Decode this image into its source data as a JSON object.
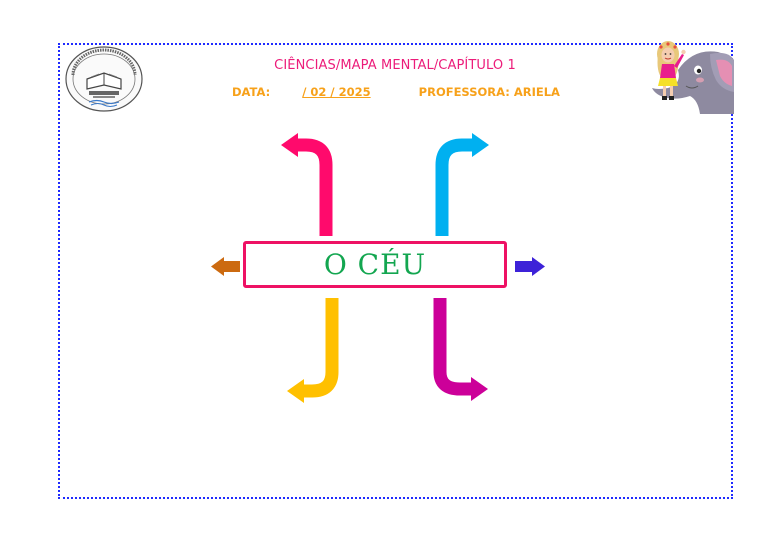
{
  "header": {
    "title": "CIÊNCIAS/MAPA MENTAL/CAPÍTULO 1",
    "date_label": "DATA:",
    "date_value": "/ 02 / 2025",
    "teacher": "PROFESSORA: ARIELA",
    "logo_icon": "school-seal-logo",
    "mascot_icon": "girl-riding-elephant-illustration"
  },
  "mindmap": {
    "center_label": "O CÉU",
    "branches": [
      {
        "position": "top-left",
        "icon": "curved-arrow-left",
        "color": "#ff0a6c"
      },
      {
        "position": "top-right",
        "icon": "curved-arrow-right",
        "color": "#00b0f0"
      },
      {
        "position": "left",
        "icon": "arrow-left",
        "color": "#cc6a10"
      },
      {
        "position": "right",
        "icon": "arrow-right",
        "color": "#3d22d8"
      },
      {
        "position": "bottom-left",
        "icon": "curved-arrow-left",
        "color": "#ffc000"
      },
      {
        "position": "bottom-right",
        "icon": "curved-arrow-right",
        "color": "#cc0099"
      }
    ]
  },
  "colors": {
    "title": "#ec1c7a",
    "meta": "#f7a11a",
    "border": "#1f2bff",
    "center_border": "#ee1164",
    "center_text": "#13a650"
  }
}
